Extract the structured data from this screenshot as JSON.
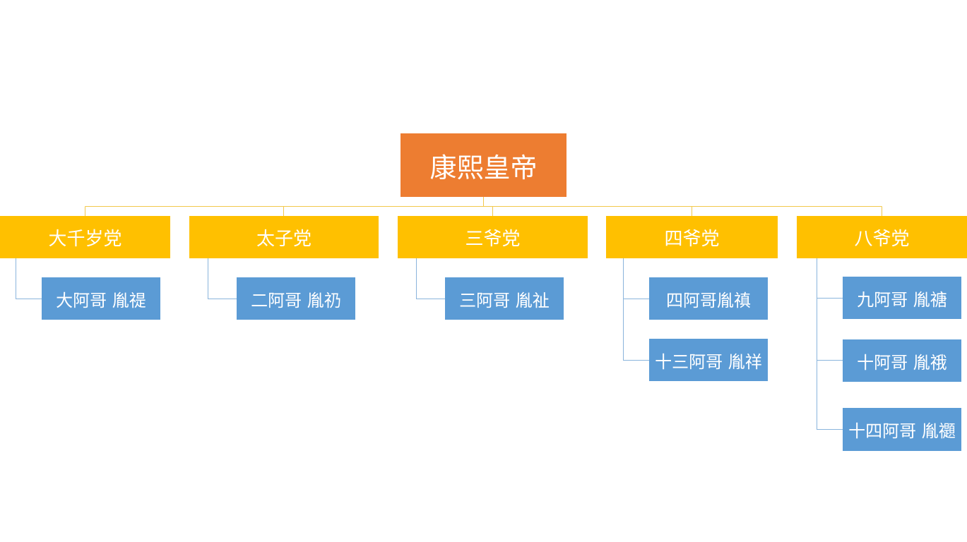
{
  "root": {
    "label": "康熙皇帝",
    "color": "#ed7d31"
  },
  "factions": [
    {
      "label": "大千岁党",
      "members": [
        {
          "label": "大阿哥 胤禔"
        }
      ]
    },
    {
      "label": "太子党",
      "members": [
        {
          "label": "二阿哥 胤礽"
        }
      ]
    },
    {
      "label": "三爷党",
      "members": [
        {
          "label": "三阿哥 胤祉"
        }
      ]
    },
    {
      "label": "四爷党",
      "members": [
        {
          "label": "四阿哥胤禛"
        },
        {
          "label": "十三阿哥 胤祥"
        }
      ]
    },
    {
      "label": "八爷党",
      "members": [
        {
          "label": "九阿哥 胤禟"
        },
        {
          "label": "十阿哥 胤䄉"
        },
        {
          "label": "十四阿哥 胤禵"
        }
      ]
    }
  ],
  "colors": {
    "faction": "#ffc000",
    "member": "#5b9bd5",
    "root_connector": "#f2c84b",
    "member_connector": "#8ab4dc"
  }
}
